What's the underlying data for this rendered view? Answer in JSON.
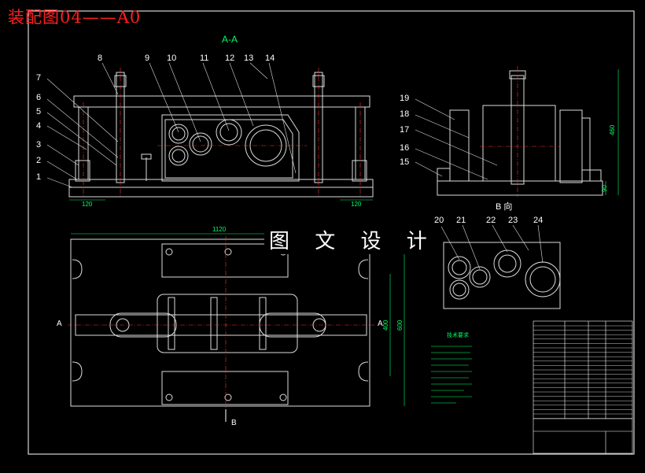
{
  "title": "装配图04——A0",
  "watermark": "图 文 设 计",
  "section_label": "A-A",
  "view_b_label": "B 向",
  "part_numbers_left": [
    "7",
    "6",
    "5",
    "4",
    "3",
    "2",
    "1"
  ],
  "part_numbers_top": [
    "8",
    "9",
    "10",
    "11",
    "12",
    "13",
    "14"
  ],
  "part_numbers_side": [
    "19",
    "18",
    "17",
    "16",
    "15"
  ],
  "part_numbers_bview": [
    "20",
    "21",
    "22",
    "23",
    "24"
  ],
  "dims": {
    "d120a": "120",
    "d120b": "120",
    "d1120": "1120",
    "d460": "460",
    "d90": "90",
    "d400": "400",
    "d600": "600"
  },
  "arrow_a_left": "A",
  "arrow_a_right": "A",
  "arrow_b": "B",
  "notes_title": "技术要求",
  "colors": {
    "frame": "#ffffff",
    "body": "#cccccc",
    "center": "#ff3030",
    "dim": "#00ff66",
    "cyan": "#00d0ff",
    "yellow": "#ffff40"
  }
}
